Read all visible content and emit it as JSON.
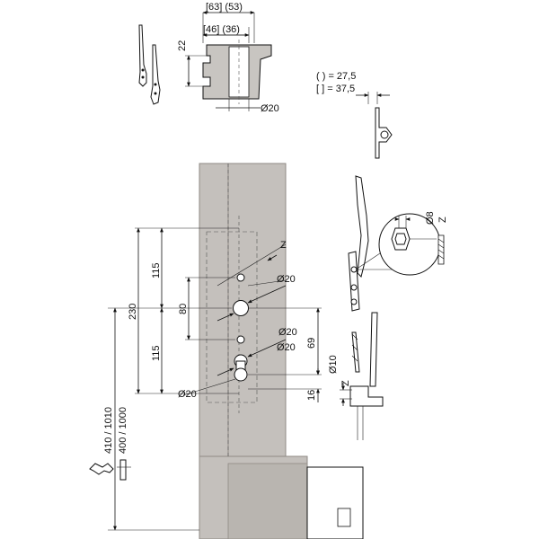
{
  "colors": {
    "profile_fill": "#c4c0bc",
    "profile_edge": "#8f8a85",
    "line": "#111111",
    "background": "#ffffff"
  },
  "section": {
    "dim_outer": "[63] (53)",
    "dim_inner": "[46] (36)",
    "dim_height": "22",
    "dim_hole": "Ø20"
  },
  "legend": {
    "round_brackets": "( ) = 27,5",
    "square_brackets": "[ ] = 37,5"
  },
  "front": {
    "dim_115_top": "115",
    "dim_115_bottom": "115",
    "dim_230": "230",
    "dim_80": "80",
    "dim_z": "Z",
    "dim_d20_a": "Ø20",
    "dim_d20_b": "Ø20",
    "dim_d20_c": "Ø20",
    "dim_d20_d": "Ø20",
    "dim_69": "69",
    "dim_16": "16",
    "dim_410_1010": "410 / 1010",
    "dim_400_1000": "400 / 1000"
  },
  "detail": {
    "dim_d8": "Ø8",
    "dim_z": "Z",
    "dim_d10": "Ø10",
    "dim_z2": "Z"
  }
}
